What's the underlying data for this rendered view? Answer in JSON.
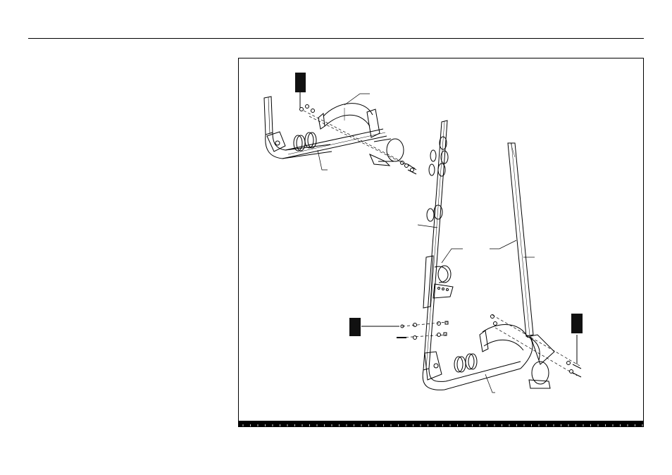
{
  "page": {
    "rule_color": "#000000"
  },
  "diagram": {
    "callouts": [
      {
        "id": "a",
        "label": ""
      },
      {
        "id": "b",
        "label": ""
      },
      {
        "id": "c",
        "label": ""
      }
    ],
    "colors": {
      "line": "#000000",
      "fill": "#ffffff",
      "accent": "#111111"
    }
  }
}
